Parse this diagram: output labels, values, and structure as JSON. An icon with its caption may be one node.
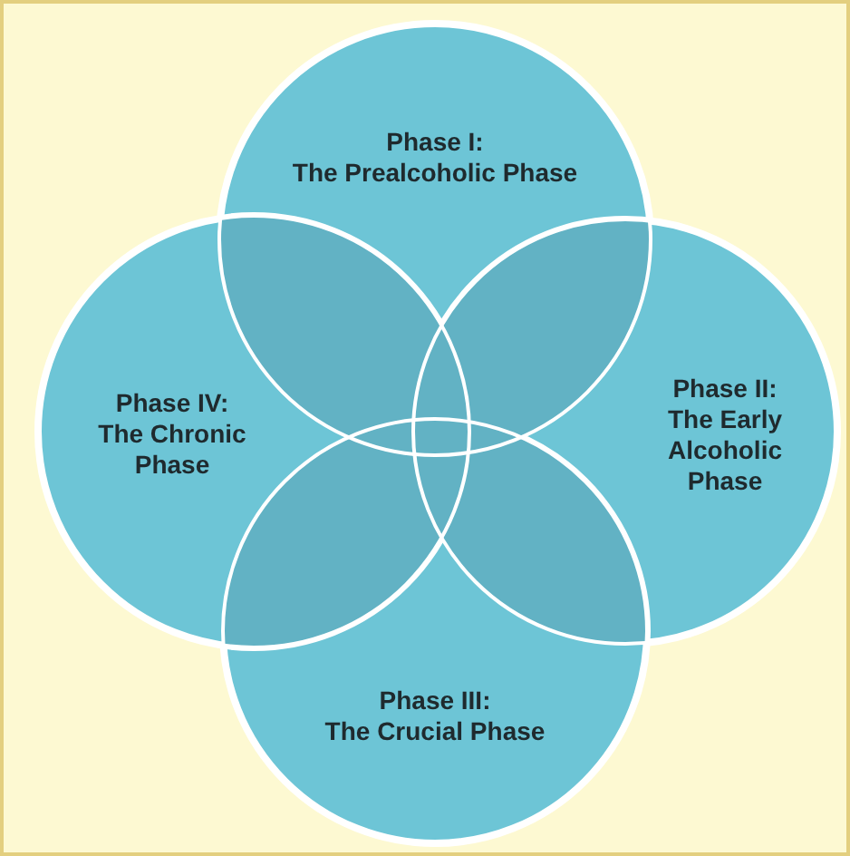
{
  "diagram": {
    "nodes": [
      {
        "text": [
          "Phase I:",
          "The Prealcoholic Phase"
        ]
      },
      {
        "text": [
          "Phase II:",
          "The Early Alcoholic Phase"
        ]
      },
      {
        "text": [
          "Phase III:",
          "The Crucial Phase"
        ]
      },
      {
        "text": [
          "Phase IV:",
          "The Chronic Phase"
        ]
      }
    ],
    "edges": []
  }
}
